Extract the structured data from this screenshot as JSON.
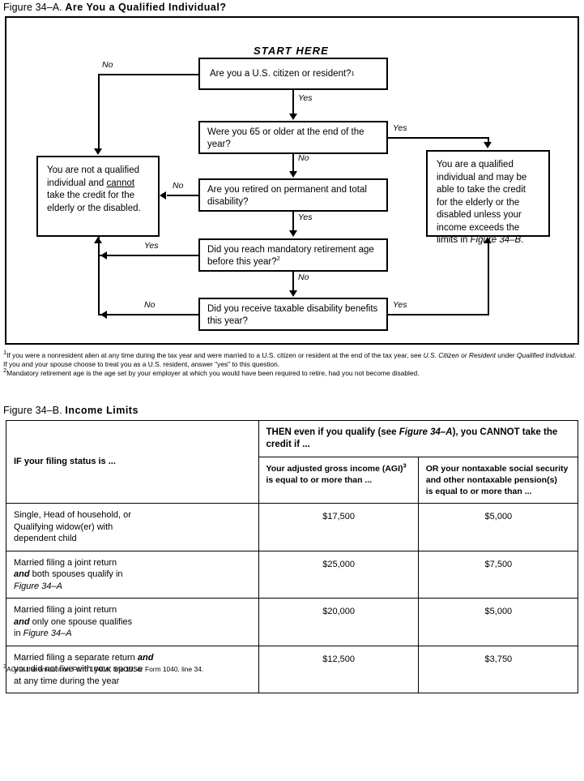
{
  "figure_a": {
    "caption_lead": "Figure 34–A.",
    "caption_bold": "Are You a Qualified Individual?",
    "start_here": "START HERE",
    "boxes": {
      "q1": "Are you a U.S. citizen or resident?",
      "q1_note": "1",
      "q2": "Were you 65 or older at the end of the year?",
      "q3": "Are you retired on permanent and total disability?",
      "q4": "Did you reach mandatory retirement age before this year?",
      "q4_note": "2",
      "q5": "Did you receive taxable disability benefits this year?",
      "not_qualified_1": "You are not a qualified",
      "not_qualified_2_a": "individual and ",
      "not_qualified_2_b": "cannot",
      "not_qualified_3": "take the credit for the",
      "not_qualified_4": "elderly or the disabled.",
      "qualified_1": "You are a qualified",
      "qualified_2": "individual and may be",
      "qualified_3": "able to take the credit",
      "qualified_4": "for the elderly or the",
      "qualified_5": "disabled unless your",
      "qualified_6": "income exceeds the",
      "qualified_7_a": "limits in ",
      "qualified_7_b": "Figure 34–B",
      "qualified_7_c": "."
    },
    "edge_labels": {
      "q1_no": "No",
      "q1_yes": "Yes",
      "q2_yes": "Yes",
      "q2_no": "No",
      "q3_no": "No",
      "q3_yes": "Yes",
      "q4_yes": "Yes",
      "q4_no": "No",
      "q5_no": "No",
      "q5_yes": "Yes"
    },
    "footnotes": {
      "n1_mark": "1",
      "n1_a": "If you were a nonresident alien at any time during the tax year and were married to a U.S. citizen or resident at the end of the tax year, see ",
      "n1_b": "U.S. Citizen or Resident",
      "n1_c": " under ",
      "n1_d": "Qualified Individual",
      "n1_e": ". If you and your spouse choose to treat you as a U.S. resident, answer \"yes\" to this question.",
      "n2_mark": "2",
      "n2_a": "Mandatory retirement age is the age set by your employer at which you would have been required to retire, had you not become disabled."
    }
  },
  "figure_b": {
    "caption_lead": "Figure 34–B.",
    "caption_bold": "Income Limits",
    "header": {
      "col1": "IF your filing status is ...",
      "then_line1": "THEN even if you qualify (see ",
      "then_italic": "Figure 34–A",
      "then_line2": "), you CANNOT take the",
      "then_line3": "credit if ...",
      "sub_col2_line1": "Your adjusted gross income (AGI)",
      "sub_col2_mark": "3",
      "sub_col2_line2": "is equal to or more than ...",
      "sub_col3_line1": "OR your nontaxable social security",
      "sub_col3_line2": "and other nontaxable pension(s)",
      "sub_col3_line3": "is equal to or more than ..."
    },
    "rows": [
      {
        "status_lines": [
          "Single, Head of household, or",
          "Qualifying widow(er) with",
          "dependent child"
        ],
        "status_plain": true,
        "agi": "$17,500",
        "nontaxable": "$5,000"
      },
      {
        "status_lines": [
          "Married filing a joint return",
          "and both spouses qualify in",
          "Figure 34–A"
        ],
        "status_plain": false,
        "agi": "$25,000",
        "nontaxable": "$7,500"
      },
      {
        "status_lines": [
          "Married filing a joint return",
          "and only one spouse qualifies",
          "in Figure 34–A"
        ],
        "status_plain": false,
        "agi": "$20,000",
        "nontaxable": "$5,000"
      },
      {
        "status_lines": [
          "Married filing a separate return and",
          "you did not live with your spouse",
          "at any time during the year"
        ],
        "status_plain": false,
        "agi": "$12,500",
        "nontaxable": "$3,750"
      }
    ],
    "footnote": {
      "mark": "3",
      "text": "AGI is the amount on Form 1040A, line 19, or Form 1040, line 34."
    }
  }
}
